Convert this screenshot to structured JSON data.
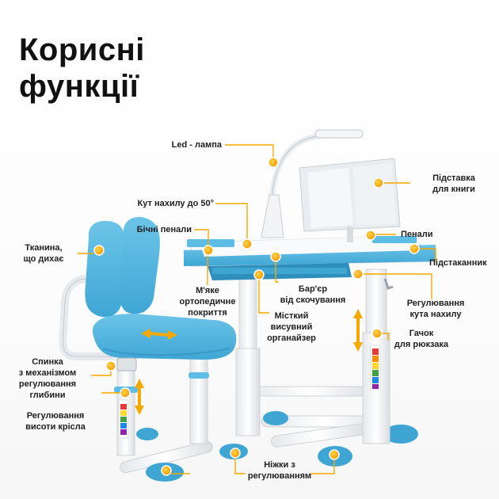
{
  "title": {
    "line1": "Корисні",
    "line2": "функції"
  },
  "colors": {
    "accent": "#F5A800",
    "blue": "#54B6DE",
    "blue_dark": "#2E8FBC",
    "frame": "#F1F3F5",
    "text": "#1F1F1F"
  },
  "labels": {
    "led_lamp": "Led - лампа",
    "book_stand": "Підставка\nдля книги",
    "tilt_angle": "Кут нахилу до 50°",
    "side_cases": "Бічні пенали",
    "pencil_cases": "Пенали",
    "cup_holder": "Підстаканник",
    "breathable_fabric": "Тканина,\nщо дихає",
    "orthopedic_cover": "М'яке\nортопедичне\nпокриття",
    "anti_slip_barrier": "Бар'єр\nвід скочування",
    "tilt_adjustment": "Регулювання\nкута нахилу",
    "drawer_organizer": "Місткий\nвисувний\nорганайзер",
    "backpack_hook": "Гачок\nдля рюкзака",
    "backrest_depth": "Спинка\nз механізмом\nрегулювання\nглибини",
    "seat_height": "Регулювання\nвисоти крісла",
    "adjustable_feet": "Ніжки з\nрегулюванням"
  }
}
